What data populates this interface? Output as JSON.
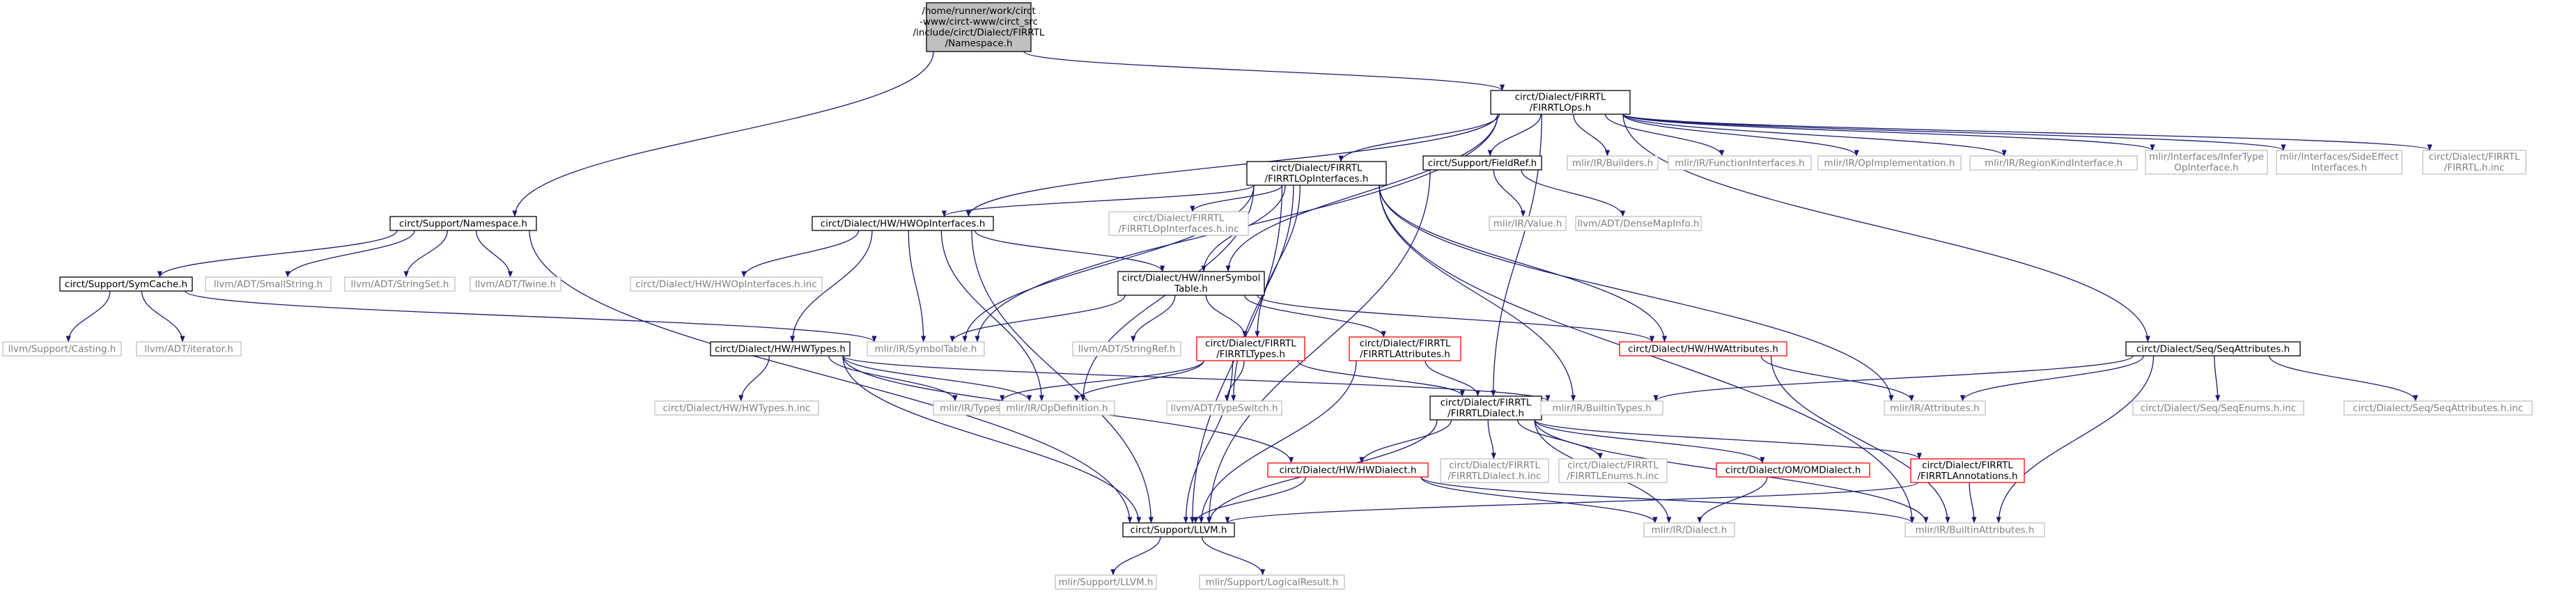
{
  "colors": {
    "edge": "#191970",
    "text_normal": "#000000",
    "text_gray": "#7f7f7f",
    "border_normal": "#000000",
    "border_gray": "#bfbfbf",
    "border_red": "#ff0000",
    "fill_root": "#bfbfbf",
    "fill_normal": "#ffffff"
  },
  "nodes": [
    {
      "id": "namespace_root",
      "lines": [
        "/home/runner/work/circt",
        "-www/circt-www/circt_src",
        "/include/circt/Dialect/FIRRTL",
        "/Namespace.h"
      ],
      "style": "root"
    },
    {
      "id": "firrtl_ops",
      "lines": [
        "circt/Dialect/FIRRTL",
        "/FIRRTLOps.h"
      ],
      "style": "normal"
    },
    {
      "id": "support_namespace",
      "lines": [
        "circt/Support/Namespace.h"
      ],
      "style": "normal"
    },
    {
      "id": "firrtl_op_interfaces",
      "lines": [
        "circt/Dialect/FIRRTL",
        "/FIRRTLOpInterfaces.h"
      ],
      "style": "normal"
    },
    {
      "id": "support_fieldref",
      "lines": [
        "circt/Support/FieldRef.h"
      ],
      "style": "normal"
    },
    {
      "id": "mlir_builders",
      "lines": [
        "mlir/IR/Builders.h"
      ],
      "style": "gray"
    },
    {
      "id": "mlir_function_interfaces",
      "lines": [
        "mlir/IR/FunctionInterfaces.h"
      ],
      "style": "gray"
    },
    {
      "id": "mlir_op_implementation",
      "lines": [
        "mlir/IR/OpImplementation.h"
      ],
      "style": "gray"
    },
    {
      "id": "mlir_region_kind",
      "lines": [
        "mlir/IR/RegionKindInterface.h"
      ],
      "style": "gray"
    },
    {
      "id": "mlir_infer_type",
      "lines": [
        "mlir/Interfaces/InferType",
        "OpInterface.h"
      ],
      "style": "gray"
    },
    {
      "id": "mlir_side_effect",
      "lines": [
        "mlir/Interfaces/SideEffect",
        "Interfaces.h"
      ],
      "style": "gray"
    },
    {
      "id": "firrtl_h_inc",
      "lines": [
        "circt/Dialect/FIRRTL",
        "/FIRRTL.h.inc"
      ],
      "style": "gray"
    },
    {
      "id": "hw_op_interfaces",
      "lines": [
        "circt/Dialect/HW/HWOpInterfaces.h"
      ],
      "style": "normal"
    },
    {
      "id": "firrtl_op_interfaces_inc",
      "lines": [
        "circt/Dialect/FIRRTL",
        "/FIRRTLOpInterfaces.h.inc"
      ],
      "style": "gray"
    },
    {
      "id": "mlir_value",
      "lines": [
        "mlir/IR/Value.h"
      ],
      "style": "gray"
    },
    {
      "id": "llvm_densemapinfo",
      "lines": [
        "llvm/ADT/DenseMapInfo.h"
      ],
      "style": "gray"
    },
    {
      "id": "support_symcache",
      "lines": [
        "circt/Support/SymCache.h"
      ],
      "style": "normal"
    },
    {
      "id": "llvm_smallstring",
      "lines": [
        "llvm/ADT/SmallString.h"
      ],
      "style": "gray"
    },
    {
      "id": "llvm_stringset",
      "lines": [
        "llvm/ADT/StringSet.h"
      ],
      "style": "gray"
    },
    {
      "id": "llvm_twine",
      "lines": [
        "llvm/ADT/Twine.h"
      ],
      "style": "gray"
    },
    {
      "id": "hw_op_interfaces_inc",
      "lines": [
        "circt/Dialect/HW/HWOpInterfaces.h.inc"
      ],
      "style": "gray"
    },
    {
      "id": "hw_inner_symbol_table",
      "lines": [
        "circt/Dialect/HW/InnerSymbol",
        "Table.h"
      ],
      "style": "normal"
    },
    {
      "id": "llvm_casting",
      "lines": [
        "llvm/Support/Casting.h"
      ],
      "style": "gray"
    },
    {
      "id": "llvm_iterator",
      "lines": [
        "llvm/ADT/iterator.h"
      ],
      "style": "gray"
    },
    {
      "id": "mlir_symbol_table",
      "lines": [
        "mlir/IR/SymbolTable.h"
      ],
      "style": "gray"
    },
    {
      "id": "hw_hwtypes",
      "lines": [
        "circt/Dialect/HW/HWTypes.h"
      ],
      "style": "normal"
    },
    {
      "id": "llvm_stringref",
      "lines": [
        "llvm/ADT/StringRef.h"
      ],
      "style": "gray"
    },
    {
      "id": "firrtl_types",
      "lines": [
        "circt/Dialect/FIRRTL",
        "/FIRRTLTypes.h"
      ],
      "style": "red"
    },
    {
      "id": "firrtl_attributes",
      "lines": [
        "circt/Dialect/FIRRTL",
        "/FIRRTLAttributes.h"
      ],
      "style": "red"
    },
    {
      "id": "hw_hwattributes",
      "lines": [
        "circt/Dialect/HW/HWAttributes.h"
      ],
      "style": "red"
    },
    {
      "id": "seq_seqattributes",
      "lines": [
        "circt/Dialect/Seq/SeqAttributes.h"
      ],
      "style": "normal"
    },
    {
      "id": "hw_hwtypes_inc",
      "lines": [
        "circt/Dialect/HW/HWTypes.h.inc"
      ],
      "style": "gray"
    },
    {
      "id": "mlir_types",
      "lines": [
        "mlir/IR/Types.h"
      ],
      "style": "gray"
    },
    {
      "id": "mlir_opdefinition",
      "lines": [
        "mlir/IR/OpDefinition.h"
      ],
      "style": "gray"
    },
    {
      "id": "llvm_typeswitch",
      "lines": [
        "llvm/ADT/TypeSwitch.h"
      ],
      "style": "gray"
    },
    {
      "id": "firrtl_dialect",
      "lines": [
        "circt/Dialect/FIRRTL",
        "/FIRRTLDialect.h"
      ],
      "style": "normal"
    },
    {
      "id": "mlir_builtin_types",
      "lines": [
        "mlir/IR/BuiltinTypes.h"
      ],
      "style": "gray"
    },
    {
      "id": "mlir_attributes",
      "lines": [
        "mlir/IR/Attributes.h"
      ],
      "style": "gray"
    },
    {
      "id": "seq_seqenums_inc",
      "lines": [
        "circt/Dialect/Seq/SeqEnums.h.inc"
      ],
      "style": "gray"
    },
    {
      "id": "seq_seqattributes_inc",
      "lines": [
        "circt/Dialect/Seq/SeqAttributes.h.inc"
      ],
      "style": "gray"
    },
    {
      "id": "hw_hwdialect",
      "lines": [
        "circt/Dialect/HW/HWDialect.h"
      ],
      "style": "red"
    },
    {
      "id": "firrtl_dialect_inc",
      "lines": [
        "circt/Dialect/FIRRTL",
        "/FIRRTLDialect.h.inc"
      ],
      "style": "gray"
    },
    {
      "id": "firrtl_enums_inc",
      "lines": [
        "circt/Dialect/FIRRTL",
        "/FIRRTLEnums.h.inc"
      ],
      "style": "gray"
    },
    {
      "id": "om_omdialect",
      "lines": [
        "circt/Dialect/OM/OMDialect.h"
      ],
      "style": "red"
    },
    {
      "id": "firrtl_annotations",
      "lines": [
        "circt/Dialect/FIRRTL",
        "/FIRRTLAnnotations.h"
      ],
      "style": "red"
    },
    {
      "id": "support_llvm",
      "lines": [
        "circt/Support/LLVM.h"
      ],
      "style": "normal"
    },
    {
      "id": "mlir_dialect",
      "lines": [
        "mlir/IR/Dialect.h"
      ],
      "style": "gray"
    },
    {
      "id": "mlir_builtin_attributes",
      "lines": [
        "mlir/IR/BuiltinAttributes.h"
      ],
      "style": "gray"
    },
    {
      "id": "mlir_support_llvm",
      "lines": [
        "mlir/Support/LLVM.h"
      ],
      "style": "gray"
    },
    {
      "id": "mlir_logical_result",
      "lines": [
        "mlir/Support/LogicalResult.h"
      ],
      "style": "gray"
    }
  ],
  "edges": [
    [
      "namespace_root",
      "firrtl_ops"
    ],
    [
      "namespace_root",
      "support_namespace"
    ],
    [
      "firrtl_ops",
      "firrtl_op_interfaces"
    ],
    [
      "firrtl_ops",
      "support_fieldref"
    ],
    [
      "firrtl_ops",
      "mlir_builders"
    ],
    [
      "firrtl_ops",
      "mlir_function_interfaces"
    ],
    [
      "firrtl_ops",
      "mlir_op_implementation"
    ],
    [
      "firrtl_ops",
      "mlir_region_kind"
    ],
    [
      "firrtl_ops",
      "mlir_infer_type"
    ],
    [
      "firrtl_ops",
      "mlir_side_effect"
    ],
    [
      "firrtl_ops",
      "firrtl_h_inc"
    ],
    [
      "firrtl_ops",
      "hw_op_interfaces"
    ],
    [
      "firrtl_ops",
      "hw_inner_symbol_table"
    ],
    [
      "firrtl_ops",
      "mlir_symbol_table"
    ],
    [
      "firrtl_ops",
      "firrtl_dialect"
    ],
    [
      "firrtl_ops",
      "seq_seqattributes"
    ],
    [
      "support_namespace",
      "support_symcache"
    ],
    [
      "support_namespace",
      "llvm_smallstring"
    ],
    [
      "support_namespace",
      "llvm_stringset"
    ],
    [
      "support_namespace",
      "llvm_twine"
    ],
    [
      "support_namespace",
      "support_llvm"
    ],
    [
      "firrtl_op_interfaces",
      "hw_op_interfaces"
    ],
    [
      "firrtl_op_interfaces",
      "firrtl_op_interfaces_inc"
    ],
    [
      "firrtl_op_interfaces",
      "hw_inner_symbol_table"
    ],
    [
      "firrtl_op_interfaces",
      "firrtl_types"
    ],
    [
      "firrtl_op_interfaces",
      "hw_hwattributes"
    ],
    [
      "firrtl_op_interfaces",
      "mlir_symbol_table"
    ],
    [
      "firrtl_op_interfaces",
      "mlir_opdefinition"
    ],
    [
      "firrtl_op_interfaces",
      "llvm_typeswitch"
    ],
    [
      "firrtl_op_interfaces",
      "mlir_builtin_types"
    ],
    [
      "firrtl_op_interfaces",
      "mlir_attributes"
    ],
    [
      "firrtl_op_interfaces",
      "support_llvm"
    ],
    [
      "firrtl_op_interfaces",
      "mlir_builtin_attributes"
    ],
    [
      "support_fieldref",
      "mlir_value"
    ],
    [
      "support_fieldref",
      "llvm_densemapinfo"
    ],
    [
      "support_fieldref",
      "support_llvm"
    ],
    [
      "hw_op_interfaces",
      "hw_op_interfaces_inc"
    ],
    [
      "hw_op_interfaces",
      "hw_inner_symbol_table"
    ],
    [
      "hw_op_interfaces",
      "mlir_symbol_table"
    ],
    [
      "hw_op_interfaces",
      "hw_hwtypes"
    ],
    [
      "hw_op_interfaces",
      "mlir_opdefinition"
    ],
    [
      "hw_op_interfaces",
      "support_llvm"
    ],
    [
      "support_symcache",
      "llvm_casting"
    ],
    [
      "support_symcache",
      "llvm_iterator"
    ],
    [
      "support_symcache",
      "mlir_symbol_table"
    ],
    [
      "hw_inner_symbol_table",
      "mlir_symbol_table"
    ],
    [
      "hw_inner_symbol_table",
      "llvm_stringref"
    ],
    [
      "hw_inner_symbol_table",
      "firrtl_types"
    ],
    [
      "hw_inner_symbol_table",
      "firrtl_attributes"
    ],
    [
      "hw_inner_symbol_table",
      "hw_hwattributes"
    ],
    [
      "hw_hwtypes",
      "hw_hwtypes_inc"
    ],
    [
      "hw_hwtypes",
      "mlir_types"
    ],
    [
      "hw_hwtypes",
      "mlir_opdefinition"
    ],
    [
      "hw_hwtypes",
      "hw_hwdialect"
    ],
    [
      "hw_hwtypes",
      "support_llvm"
    ],
    [
      "hw_hwtypes",
      "mlir_builtin_types"
    ],
    [
      "firrtl_types",
      "mlir_types"
    ],
    [
      "firrtl_types",
      "mlir_opdefinition"
    ],
    [
      "firrtl_types",
      "llvm_typeswitch"
    ],
    [
      "firrtl_types",
      "firrtl_dialect"
    ],
    [
      "firrtl_types",
      "support_llvm"
    ],
    [
      "firrtl_attributes",
      "firrtl_dialect"
    ],
    [
      "firrtl_attributes",
      "support_llvm"
    ],
    [
      "hw_hwattributes",
      "mlir_attributes"
    ],
    [
      "hw_hwattributes",
      "mlir_builtin_attributes"
    ],
    [
      "seq_seqattributes",
      "mlir_builtin_types"
    ],
    [
      "seq_seqattributes",
      "mlir_attributes"
    ],
    [
      "seq_seqattributes",
      "seq_seqenums_inc"
    ],
    [
      "seq_seqattributes",
      "seq_seqattributes_inc"
    ],
    [
      "seq_seqattributes",
      "mlir_builtin_attributes"
    ],
    [
      "firrtl_dialect",
      "hw_hwdialect"
    ],
    [
      "firrtl_dialect",
      "firrtl_dialect_inc"
    ],
    [
      "firrtl_dialect",
      "firrtl_enums_inc"
    ],
    [
      "firrtl_dialect",
      "om_omdialect"
    ],
    [
      "firrtl_dialect",
      "firrtl_annotations"
    ],
    [
      "firrtl_dialect",
      "support_llvm"
    ],
    [
      "firrtl_dialect",
      "mlir_dialect"
    ],
    [
      "firrtl_dialect",
      "mlir_builtin_attributes"
    ],
    [
      "hw_hwdialect",
      "support_llvm"
    ],
    [
      "hw_hwdialect",
      "mlir_dialect"
    ],
    [
      "hw_hwdialect",
      "mlir_builtin_attributes"
    ],
    [
      "om_omdialect",
      "mlir_dialect"
    ],
    [
      "firrtl_annotations",
      "support_llvm"
    ],
    [
      "firrtl_annotations",
      "mlir_builtin_attributes"
    ],
    [
      "support_llvm",
      "mlir_support_llvm"
    ],
    [
      "support_llvm",
      "mlir_logical_result"
    ]
  ]
}
